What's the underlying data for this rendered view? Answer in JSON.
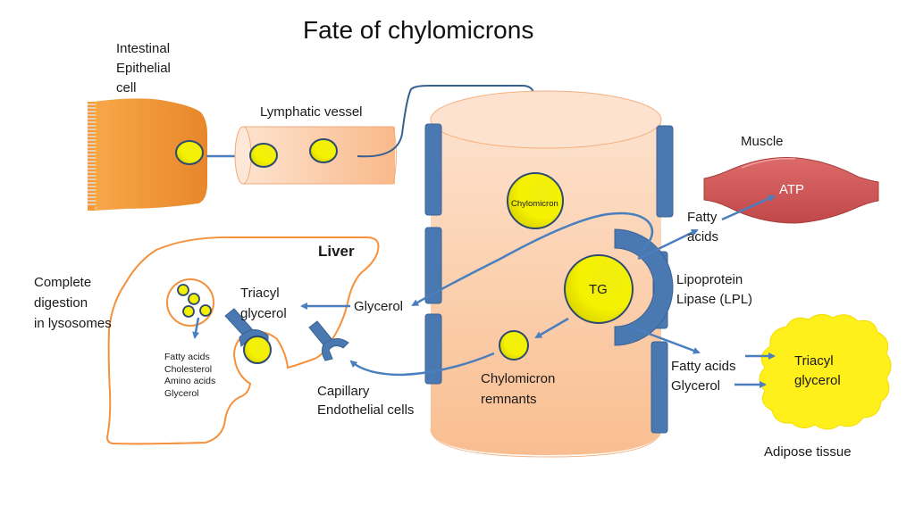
{
  "title": "Fate of chylomicrons",
  "colors": {
    "epithelial_orange": "#f39a34",
    "vessel_peach": "#fbc79f",
    "droplet_yellow": "#f5f000",
    "droplet_outline": "#2e4b6e",
    "endothelial_blue": "#4a78b0",
    "arrow_blue": "#4a7fbf",
    "liver_outline": "#f5913d",
    "muscle_red": "#d45656",
    "adipose_yellow": "#ffef1a"
  },
  "labels": {
    "intestinal_cell": "Intestinal\nEpithelial\ncell",
    "lymphatic_vessel": "Lymphatic vessel",
    "chylomicron": "Chylomicron",
    "tg": "TG",
    "chylomicron_remnants": "Chylomicron\nremnants",
    "liver": "Liver",
    "triacyl_glycerol_liver": "Triacyl\nglycerol",
    "glycerol_liver": "Glycerol",
    "capillary_endothelial": "Capillary\nEndothelial cells",
    "complete_digestion": "Complete\ndigestion\nin lysosomes",
    "digestion_products": "Fatty acids\nCholesterol\nAmino acids\nGlycerol",
    "muscle": "Muscle",
    "atp": "ATP",
    "fatty_acids_muscle": "Fatty\nacids",
    "lpl": "Lipoprotein\nLipase (LPL)",
    "fatty_acids_glycerol_adipose": "Fatty acids\nGlycerol",
    "triacyl_glycerol_adipose": "Triacyl\nglycerol",
    "adipose_tissue": "Adipose tissue"
  }
}
